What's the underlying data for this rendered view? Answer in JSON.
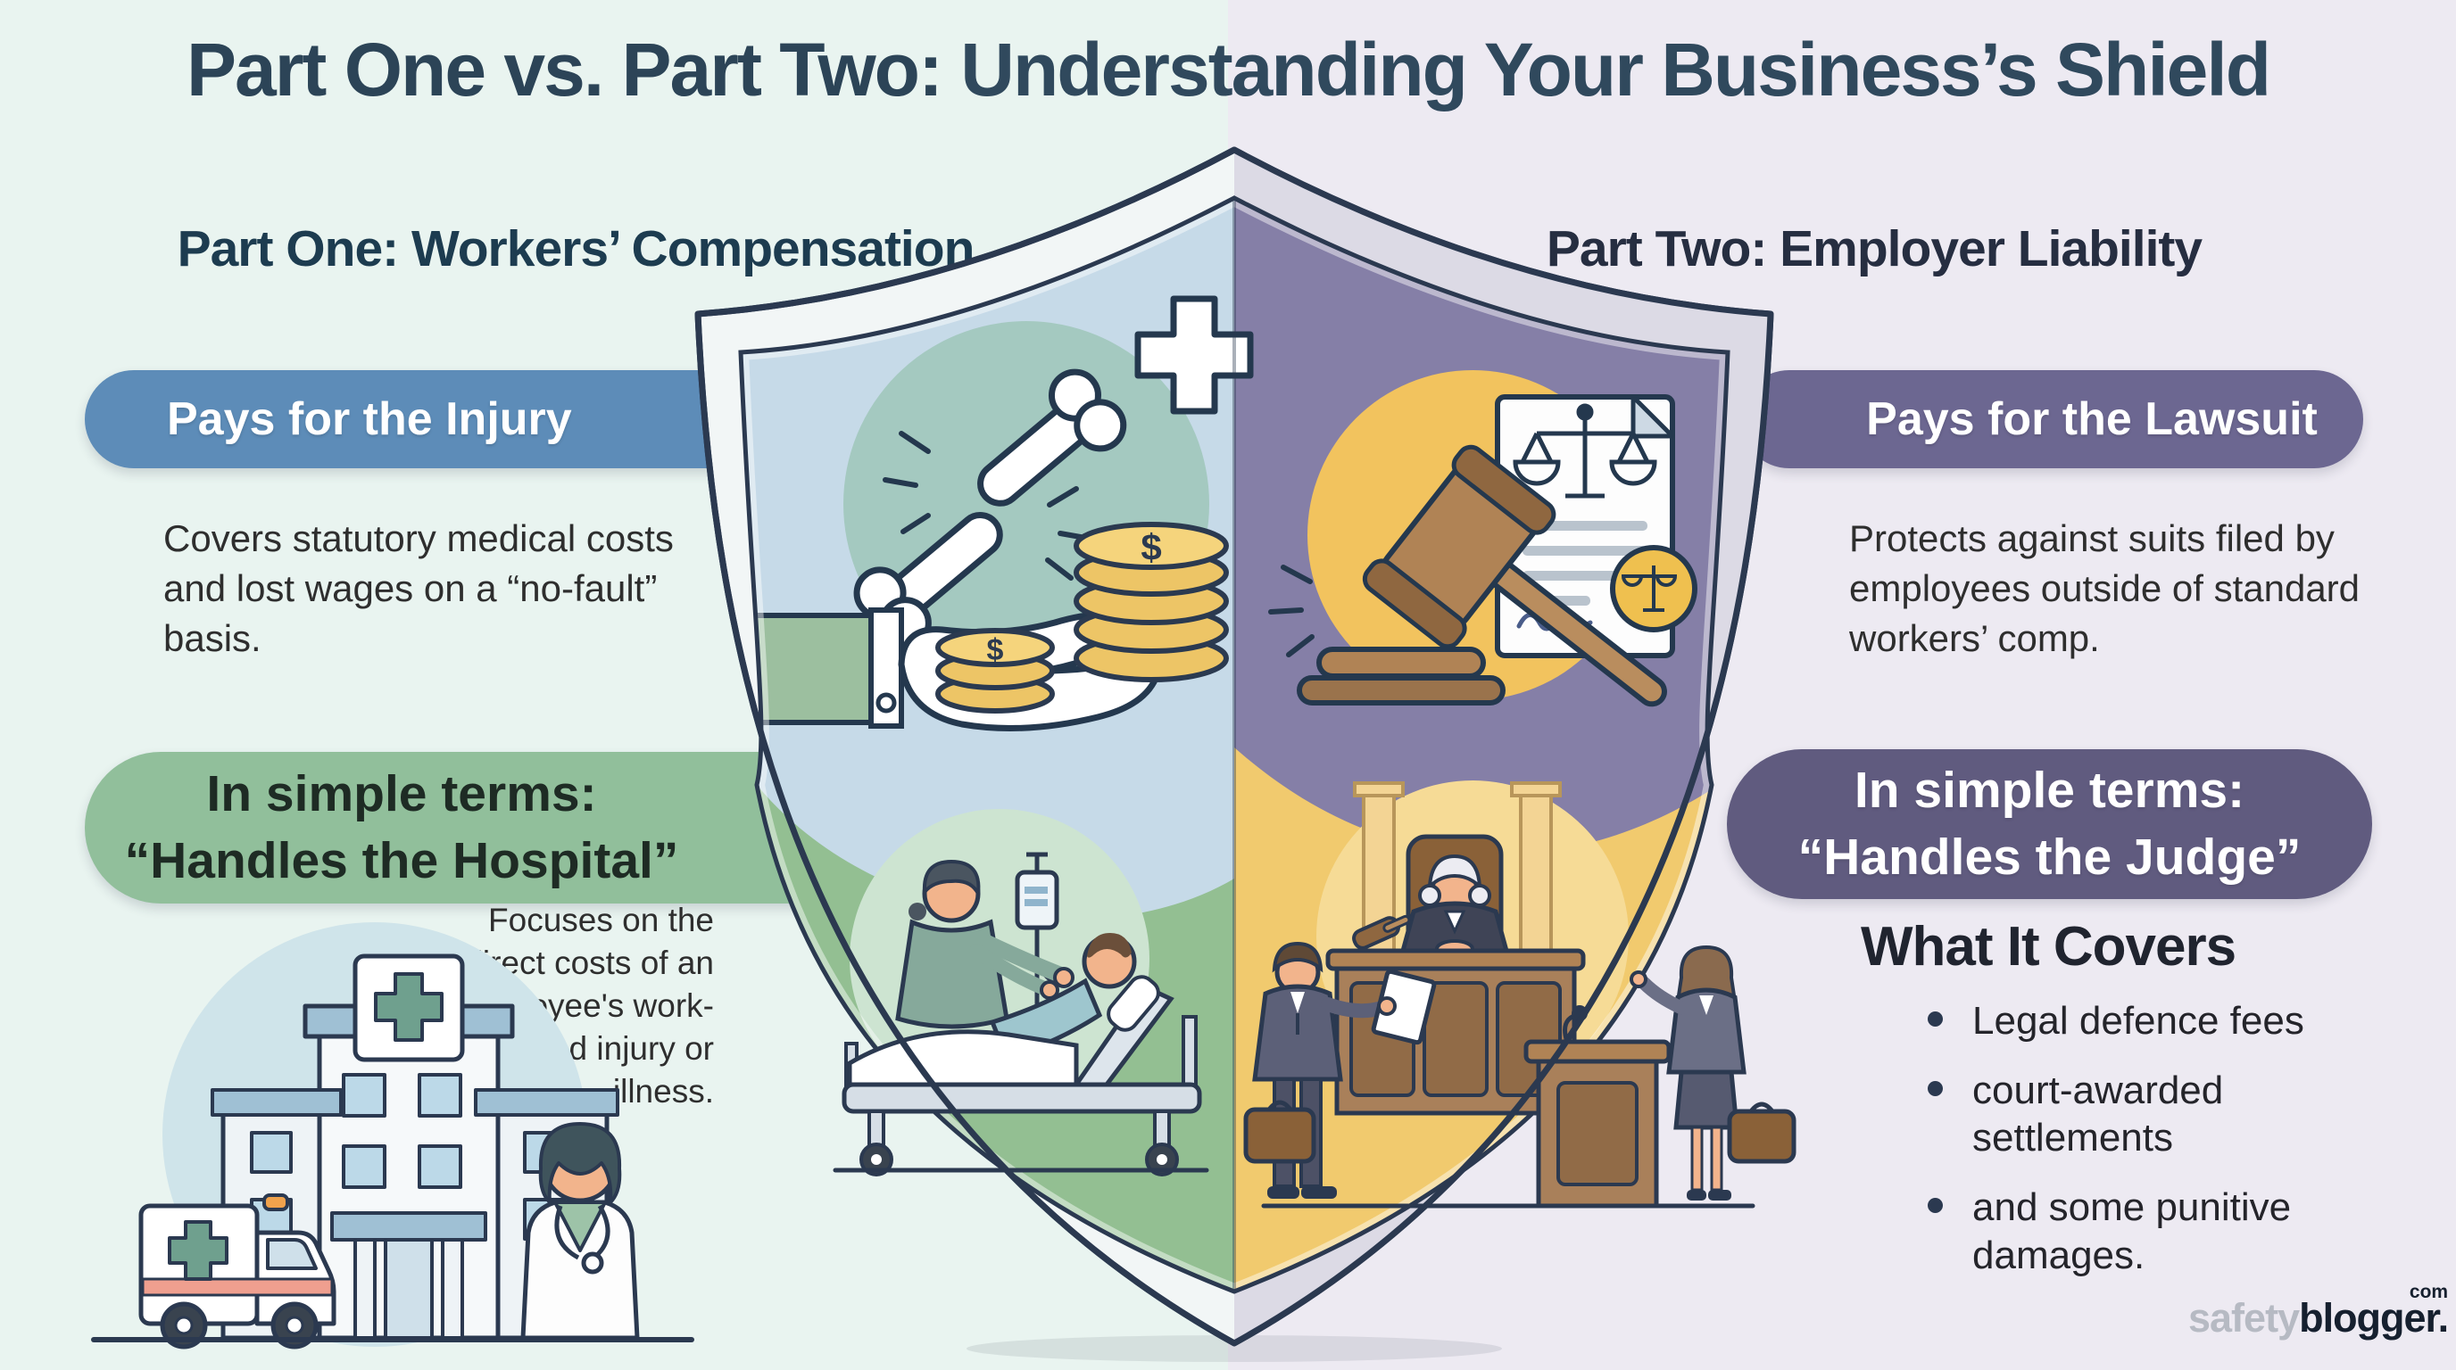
{
  "title": {
    "bold": "Part One vs. Part Two:",
    "rest": " Understanding Your Business’s Shield"
  },
  "left": {
    "heading": "Part One: Workers’ Compensation",
    "pill1": "Pays for the Injury",
    "body1": "Covers statutory medical costs and lost wages on a “no-fault” basis.",
    "pill2_line1": "In simple terms:",
    "pill2_line2": "“Handles the Hospital”",
    "body2": "Focuses on the direct costs of an employee's work-related injury or illness."
  },
  "right": {
    "heading": "Part Two: Employer Liability",
    "pill1": "Pays for the Lawsuit",
    "body1": "Protects against suits filed by employees outside of standard workers’ comp.",
    "pill2_line1": "In simple terms:",
    "pill2_line2": "“Handles the Judge”",
    "covers_heading": "What It Covers",
    "covers_items": [
      "Legal defence fees",
      "court-awarded settlements",
      "and some punitive damages."
    ]
  },
  "shield": {
    "coin_symbol": "$"
  },
  "watermark": {
    "gray": "safety",
    "dark": "blogger.",
    "sup": "com"
  },
  "icons": [
    "shield",
    "broken-bone",
    "medical-cross",
    "coin-stack",
    "open-hand",
    "gavel",
    "legal-document",
    "scales-of-justice",
    "hospital-bed",
    "iv-drip",
    "nurse",
    "patient",
    "judge",
    "judge-bench",
    "pillar",
    "lawyer",
    "podium",
    "briefcase",
    "hospital-building",
    "ambulance",
    "doctor"
  ],
  "colors": {
    "bg_left": "#e9f4f0",
    "bg_right": "#edeaf2",
    "title_color": "#2c4457",
    "heading_left": "#1d3c50",
    "heading_right": "#262e41",
    "pill_blue": "#5d8cb8",
    "pill_green": "#91bf9b",
    "pill_green_text": "#1e2b24",
    "pill_purple": "#6c6791",
    "pill_purple_dark": "#605b7f",
    "body_text": "#2e2e2e",
    "quad_blue": "#c6dae8",
    "quad_green": "#93bf92",
    "quad_purple": "#857fa7",
    "quad_yellow": "#f1ca6e",
    "band_left": "#f2f6f6",
    "band_right": "#dcdae5",
    "outline": "#2b3950",
    "circle_teal": "#a4c9c0",
    "circle_yellow": "#f2c35e",
    "coin": "#edc566",
    "wood": "#a9805a"
  }
}
